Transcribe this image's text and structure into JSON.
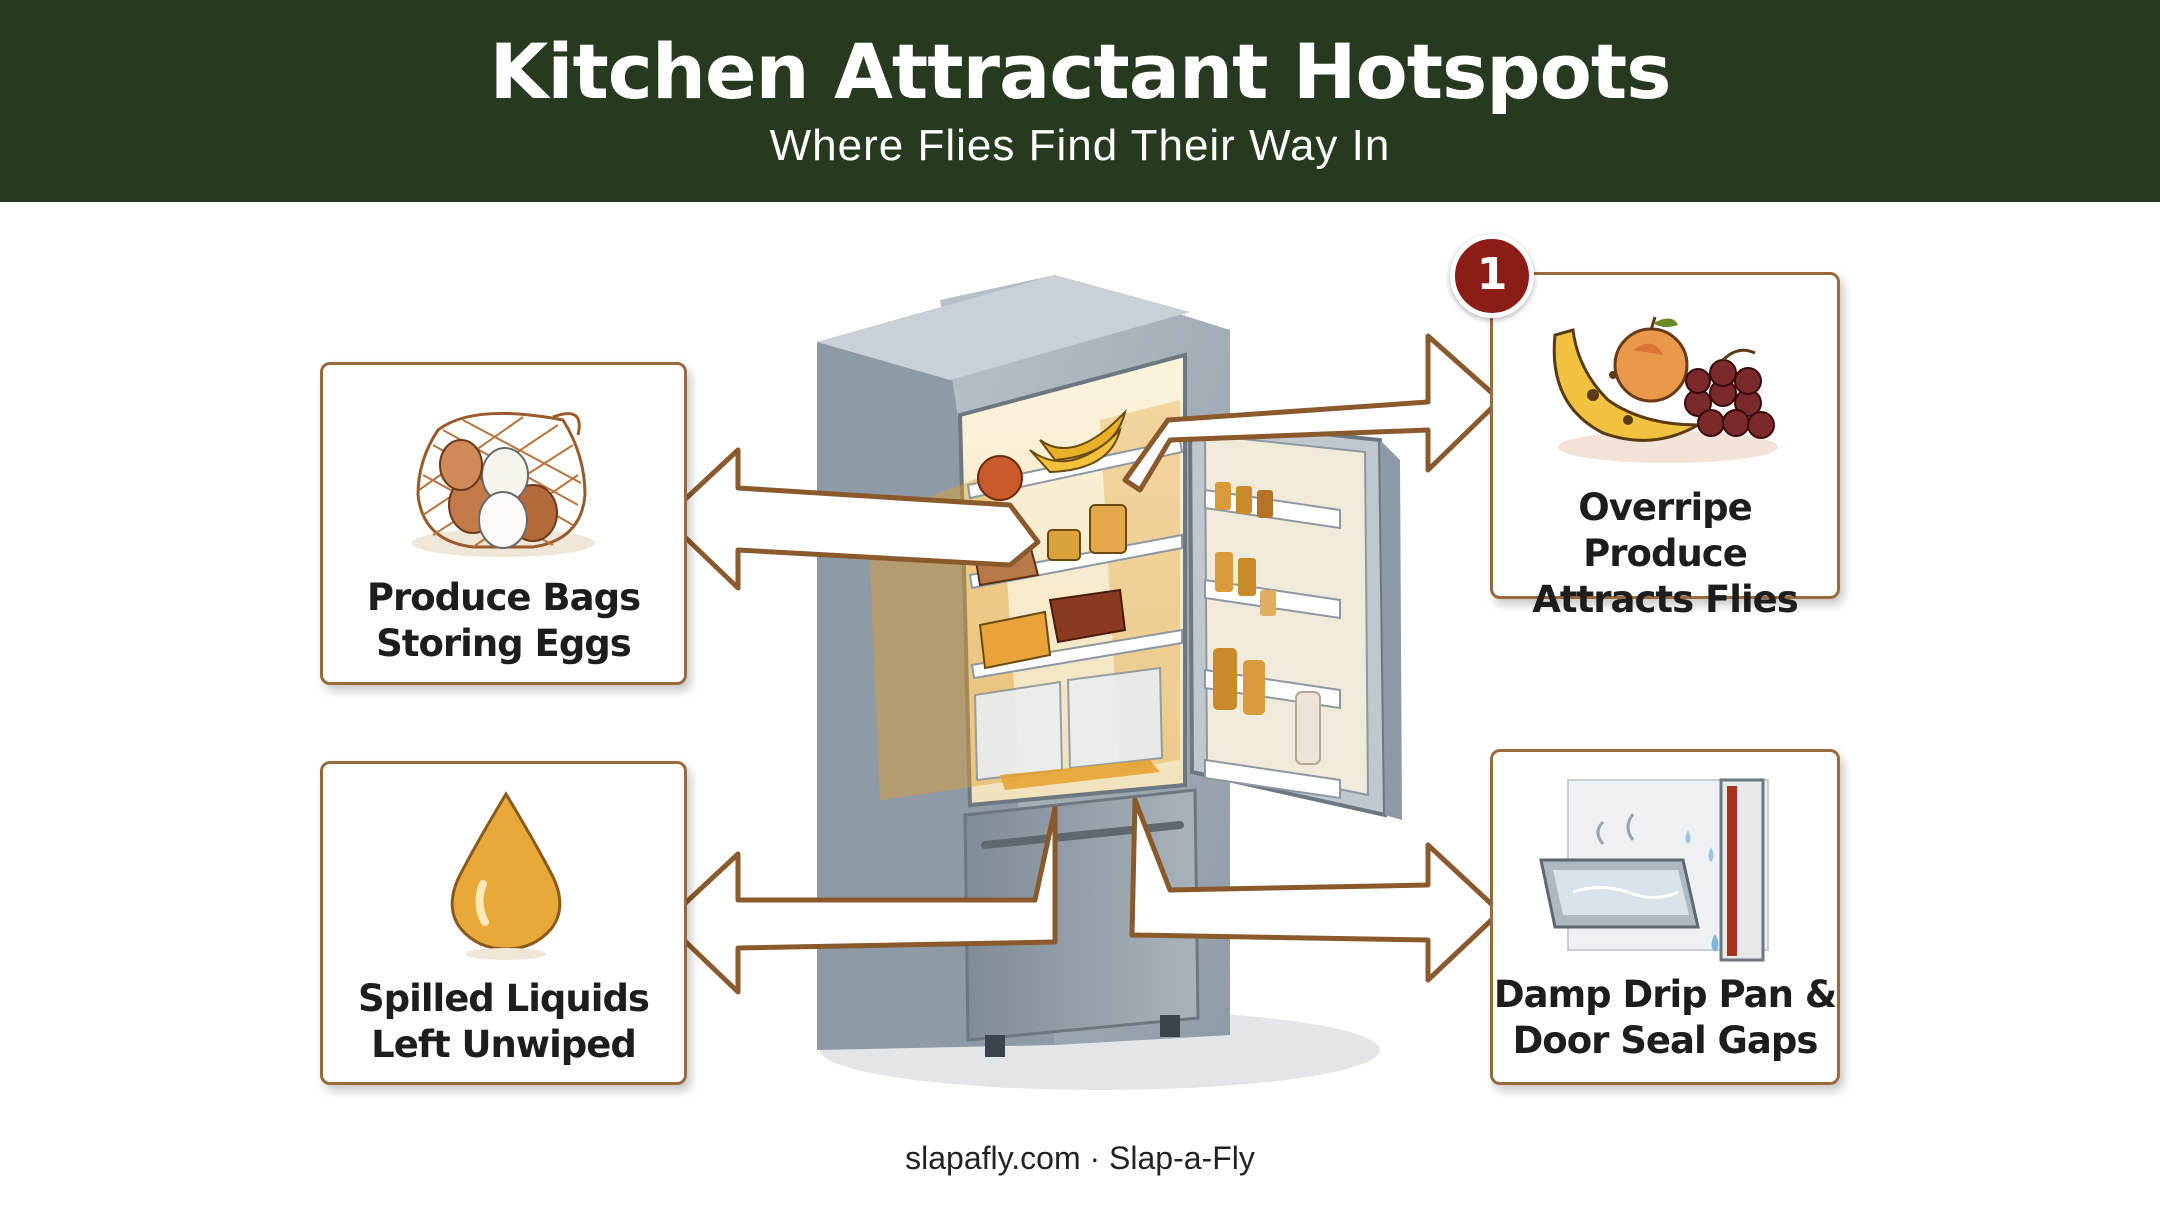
{
  "header": {
    "title": "Kitchen Attractant Hotspots",
    "subtitle": "Where Flies Find Their Way In"
  },
  "badge": {
    "number": "1"
  },
  "cards": {
    "eggs": {
      "line1": "Produce Bags",
      "line2": "Storing Eggs",
      "icon": "egg-net-bag-icon"
    },
    "produce": {
      "line1": "Overripe Produce",
      "line2": "Attracts Flies",
      "icon": "overripe-fruit-icon"
    },
    "liquids": {
      "line1": "Spilled Liquids",
      "line2": "Left Unwiped",
      "icon": "liquid-drop-icon"
    },
    "drip": {
      "line1": "Damp Drip Pan &",
      "line2": "Door Seal Gaps",
      "icon": "drip-pan-icon"
    }
  },
  "footer": {
    "text": "slapafly.com · Slap-a-Fly"
  },
  "colors": {
    "header_bg": "#27391f",
    "card_border": "#9a6a3e",
    "badge": "#8c1d16",
    "glow": "#e0a030"
  }
}
